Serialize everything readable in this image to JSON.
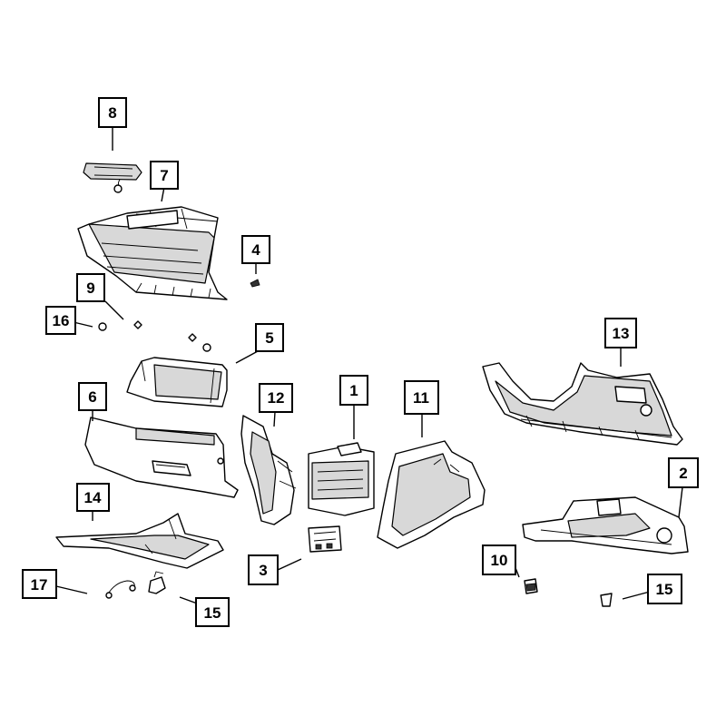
{
  "callouts": [
    "1",
    "2",
    "3",
    "4",
    "5",
    "6",
    "7",
    "8",
    "9",
    "10",
    "11",
    "12",
    "13",
    "14",
    "15",
    "15",
    "16",
    "17"
  ],
  "colors": {
    "line": "#000000",
    "background": "#ffffff",
    "shade": "#d8d8d8"
  }
}
